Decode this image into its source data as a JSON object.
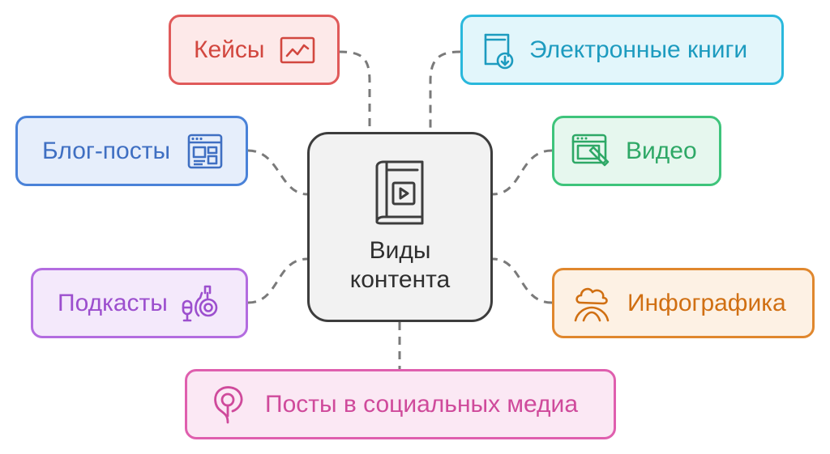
{
  "center": {
    "title": "Виды контента",
    "icon": "book-play-icon",
    "border_color": "#3d3d3d",
    "fill_color": "#f2f2f2"
  },
  "nodes": [
    {
      "id": "cases",
      "label": "Кейсы",
      "icon": "chart-line-icon",
      "border": "#e05a5a",
      "fill": "#fde9e9",
      "text": "#d2473f"
    },
    {
      "id": "ebooks",
      "label": "Электронные книги",
      "icon": "book-download-icon",
      "border": "#2ab8dc",
      "fill": "#e2f6fb",
      "text": "#1d9bbf"
    },
    {
      "id": "blog",
      "label": "Блог-посты",
      "icon": "web-layout-icon",
      "border": "#4a82d8",
      "fill": "#e6eefb",
      "text": "#3f6fc2"
    },
    {
      "id": "video",
      "label": "Видео",
      "icon": "video-edit-icon",
      "border": "#3ec47b",
      "fill": "#e6f7ee",
      "text": "#2ea866"
    },
    {
      "id": "podcasts",
      "label": "Подкасты",
      "icon": "microphone-icon",
      "border": "#b36ce0",
      "fill": "#f4e9fb",
      "text": "#9c4fce"
    },
    {
      "id": "infographics",
      "label": "Инфографика",
      "icon": "cloud-person-icon",
      "border": "#e0872d",
      "fill": "#fdf1e4",
      "text": "#d06f12"
    },
    {
      "id": "social",
      "label": "Посты в социальных медиа",
      "icon": "social-pin-icon",
      "border": "#df5fae",
      "fill": "#fbe8f4",
      "text": "#cf4a9b"
    }
  ],
  "connector_color": "#7a7a7a"
}
